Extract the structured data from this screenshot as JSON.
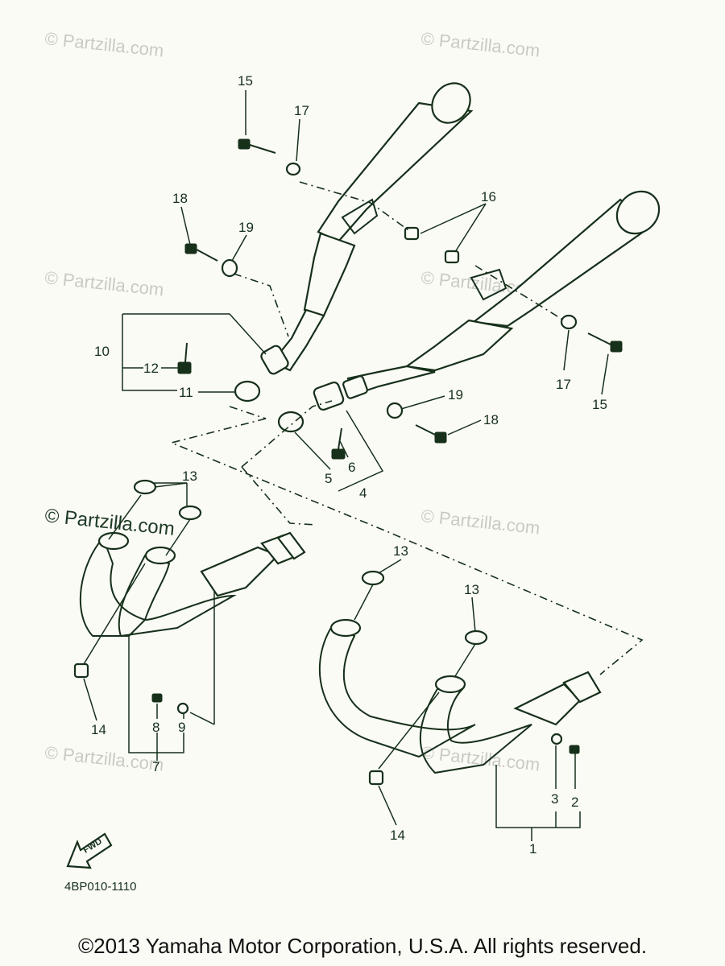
{
  "diagram": {
    "watermark": "© Partzilla.com",
    "drawing_code": "4BP010-1110",
    "fwd_label": "FWD",
    "callouts": {
      "c1": "1",
      "c2": "2",
      "c3": "3",
      "c4": "4",
      "c5": "5",
      "c6": "6",
      "c7": "7",
      "c8": "8",
      "c9": "9",
      "c10": "10",
      "c11": "11",
      "c12": "12",
      "c13a": "13",
      "c13b": "13",
      "c13c": "13",
      "c14a": "14",
      "c14b": "14",
      "c15a": "15",
      "c15b": "15",
      "c16": "16",
      "c17a": "17",
      "c17b": "17",
      "c18a": "18",
      "c18b": "18",
      "c19a": "19",
      "c19b": "19"
    }
  },
  "footer": {
    "copyright": "©2013  Yamaha Motor Corporation, U.S.A. All rights reserved."
  }
}
